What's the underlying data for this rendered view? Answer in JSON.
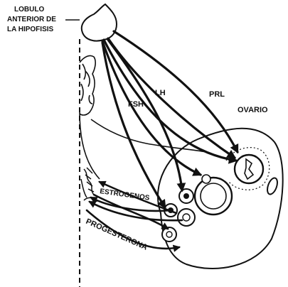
{
  "labels": {
    "pituitary_line1": "LOBULO",
    "pituitary_line2": "ANTERIOR DE",
    "pituitary_line3": "LA HIPOFISIS",
    "fsh": "FSH",
    "lh": "LH",
    "prl": "PRL",
    "ovary": "OVARIO",
    "estrogens": "ESTROGENOS",
    "progesterone": "PROGESTERONA"
  },
  "colors": {
    "ink": "#111111",
    "paper": "#ffffff"
  }
}
